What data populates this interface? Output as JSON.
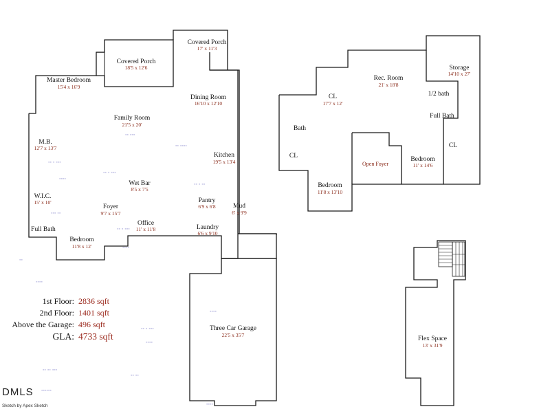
{
  "floor1": {
    "rooms": [
      {
        "id": "covered-porch-1",
        "name": "Covered Porch",
        "dims": "18'5 x 12'6"
      },
      {
        "id": "covered-porch-2",
        "name": "Covered Porch",
        "dims": "17' x 11'3"
      },
      {
        "id": "master-bedroom",
        "name": "Master Bedroom",
        "dims": "15'4 x 16'9"
      },
      {
        "id": "dining-room",
        "name": "Dining Room",
        "dims": "16'10 x 12'10"
      },
      {
        "id": "family-room",
        "name": "Family Room",
        "dims": "21'5 x 20'"
      },
      {
        "id": "mb",
        "name": "M.B.",
        "dims": "12'7 x 13'7"
      },
      {
        "id": "kitchen",
        "name": "Kitchen",
        "dims": "19'5 x 13'4"
      },
      {
        "id": "wet-bar",
        "name": "Wet Bar",
        "dims": "8'5 x 7'5"
      },
      {
        "id": "wic",
        "name": "W.I.C.",
        "dims": "15' x 10'"
      },
      {
        "id": "pantry",
        "name": "Pantry",
        "dims": "6'9 x 6'8"
      },
      {
        "id": "foyer",
        "name": "Foyer",
        "dims": "9'7 x 15'7"
      },
      {
        "id": "mud",
        "name": "Mud",
        "dims": "6' x 9'9"
      },
      {
        "id": "office",
        "name": "Office",
        "dims": "11' x 11'8"
      },
      {
        "id": "laundry",
        "name": "Laundry",
        "dims": "6'6 x 9'10"
      },
      {
        "id": "full-bath",
        "name": "Full Bath",
        "dims": ""
      },
      {
        "id": "bedroom-1",
        "name": "Bedroom",
        "dims": "11'8 x 12'"
      },
      {
        "id": "garage",
        "name": "Three Car Garage",
        "dims": "22'5 x 35'7"
      }
    ]
  },
  "floor2": {
    "rooms": [
      {
        "id": "storage",
        "name": "Storage",
        "dims": "14'10 x 27'"
      },
      {
        "id": "rec-room",
        "name": "Rec. Room",
        "dims": "21' x 18'8"
      },
      {
        "id": "cl-1",
        "name": "CL",
        "dims": "17'7 x 12'"
      },
      {
        "id": "half-bath",
        "name": "1/2 bath",
        "dims": ""
      },
      {
        "id": "full-bath-2",
        "name": "Full Bath",
        "dims": ""
      },
      {
        "id": "bath",
        "name": "Bath",
        "dims": ""
      },
      {
        "id": "cl-2",
        "name": "CL",
        "dims": ""
      },
      {
        "id": "cl-3",
        "name": "CL",
        "dims": ""
      },
      {
        "id": "open-foyer",
        "name": "Open Foyer",
        "dims": ""
      },
      {
        "id": "bedroom-2",
        "name": "Bedroom",
        "dims": "11' x 14'6"
      },
      {
        "id": "bedroom-3",
        "name": "Bedroom",
        "dims": "11'8 x 13'10"
      }
    ]
  },
  "flex": {
    "rooms": [
      {
        "id": "flex-space",
        "name": "Flex Space",
        "dims": "13' x 31'9"
      }
    ]
  },
  "summary": [
    {
      "label": "1st Floor:",
      "value": "2836 sqft"
    },
    {
      "label": "2nd Floor:",
      "value": "1401 sqft"
    },
    {
      "label": "Above the Garage:",
      "value": "496 sqft"
    },
    {
      "label": "GLA:",
      "value": "4733 sqft"
    }
  ],
  "logo": "DMLS",
  "credit": "Sketch by Apex Sketch"
}
